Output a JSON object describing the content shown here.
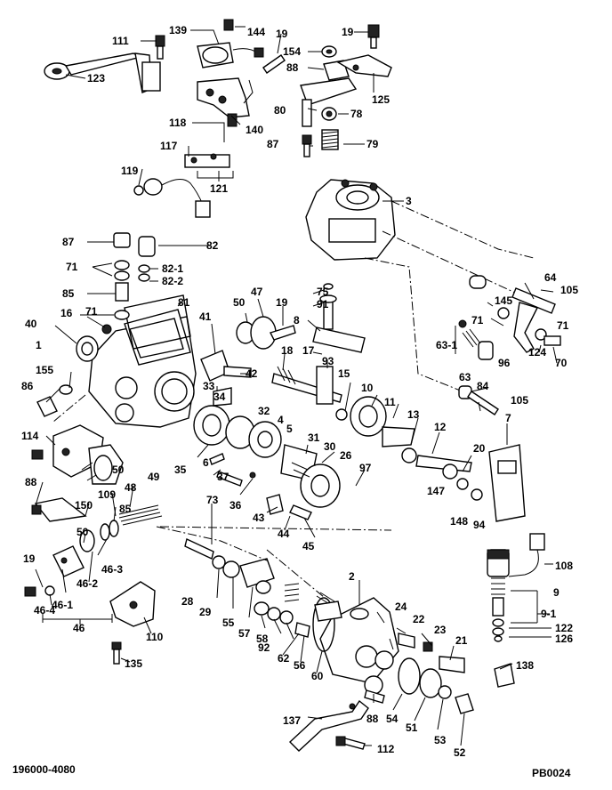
{
  "footer": {
    "drawing_number": "196000-4080",
    "page_code": "PB0024"
  },
  "part_labels": [
    "111",
    "139",
    "144",
    "19",
    "19",
    "154",
    "88",
    "123",
    "125",
    "140",
    "80",
    "78",
    "118",
    "87",
    "79",
    "117",
    "119",
    "121",
    "3",
    "87",
    "82",
    "71",
    "82-1",
    "82-2",
    "85",
    "64",
    "75",
    "91",
    "145",
    "105",
    "47",
    "50",
    "19",
    "81",
    "71",
    "40",
    "16",
    "71",
    "63-1",
    "124",
    "71",
    "41",
    "8",
    "42",
    "18",
    "17",
    "93",
    "1",
    "96",
    "70",
    "155",
    "63",
    "84",
    "105",
    "33",
    "15",
    "10",
    "86",
    "34",
    "11",
    "13",
    "32",
    "7",
    "4",
    "5",
    "12",
    "114",
    "31",
    "6",
    "30",
    "20",
    "37",
    "35",
    "26",
    "97",
    "50",
    "109",
    "36",
    "147",
    "148",
    "48",
    "94",
    "88",
    "150",
    "49",
    "73",
    "85",
    "43",
    "44",
    "45",
    "50",
    "46-2",
    "46-3",
    "19",
    "46-1",
    "46-4",
    "46",
    "110",
    "108",
    "2",
    "28",
    "9",
    "29",
    "55",
    "9-1",
    "57",
    "58",
    "24",
    "92",
    "22",
    "62",
    "23",
    "122",
    "126",
    "21",
    "135",
    "56",
    "60",
    "138",
    "137",
    "88",
    "54",
    "51",
    "53",
    "52",
    "112"
  ]
}
